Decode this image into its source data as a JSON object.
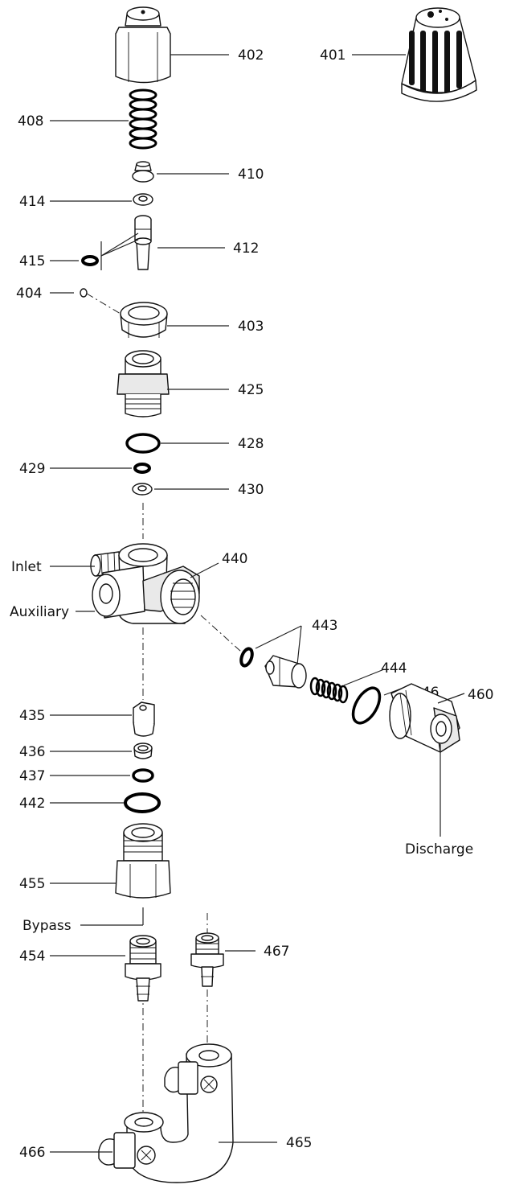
{
  "diagram": {
    "part_labels": {
      "p401": "401",
      "p402": "402",
      "p403": "403",
      "p404": "404",
      "p408": "408",
      "p410": "410",
      "p412": "412",
      "p414": "414",
      "p415": "415",
      "p425": "425",
      "p428": "428",
      "p429": "429",
      "p430": "430",
      "p435": "435",
      "p436": "436",
      "p437": "437",
      "p440": "440",
      "p442": "442",
      "p443": "443",
      "p444": "444",
      "p446": "446",
      "p454": "454",
      "p455": "455",
      "p460": "460",
      "p465": "465",
      "p466": "466",
      "p467": "467"
    },
    "port_labels": {
      "inlet": "Inlet",
      "auxiliary": "Auxiliary",
      "discharge": "Discharge",
      "bypass": "Bypass"
    }
  }
}
